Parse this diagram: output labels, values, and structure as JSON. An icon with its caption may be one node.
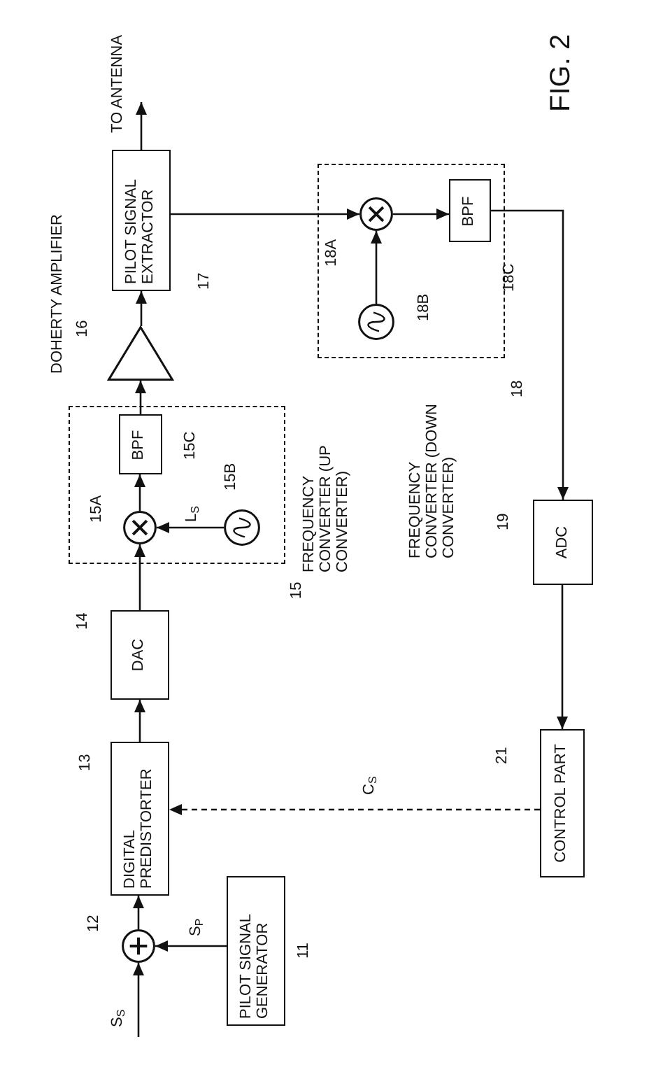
{
  "diagram": {
    "nodes": [
      {
        "text": [
          "PILOT SIGNAL GENERATOR"
        ],
        "beside": [
          "11"
        ]
      },
      {
        "text": [],
        "shape": "adder",
        "beside": [
          "12"
        ]
      },
      {
        "text": [
          "DIGITAL PREDISTORTER"
        ],
        "beside": [
          "13"
        ]
      },
      {
        "text": [
          "DAC"
        ],
        "beside": [
          "14"
        ]
      },
      {
        "text": [
          "FREQUENCY CONVERTER (UP CONVERTER)"
        ],
        "beside": [
          "15"
        ]
      },
      {
        "text": [],
        "shape": "mixer",
        "in": 4,
        "beside": [
          "15A"
        ]
      },
      {
        "text": [
          "BPF"
        ],
        "in": 4,
        "beside": [
          "15C"
        ]
      },
      {
        "text": [],
        "shape": "oscillator",
        "in": 4,
        "beside": [
          "15B"
        ]
      },
      {
        "text": [],
        "shape": "triangle",
        "beside": [
          "16",
          "DOHERTY AMPLIFIER"
        ]
      },
      {
        "text": [
          "PILOT SIGNAL EXTRACTOR"
        ],
        "beside": [
          "17"
        ]
      },
      {
        "text": [
          "FREQUENCY CONVERTER (DOWN CONVERTER)"
        ],
        "beside": [
          "18"
        ]
      },
      {
        "text": [],
        "shape": "mixer",
        "in": 10,
        "beside": [
          "18A"
        ]
      },
      {
        "text": [],
        "shape": "oscillator",
        "in": 10,
        "beside": [
          "18B"
        ]
      },
      {
        "text": [
          "BPF"
        ],
        "in": 10,
        "beside": [
          "18C"
        ]
      },
      {
        "text": [
          "ADC"
        ],
        "beside": [
          "19"
        ]
      },
      {
        "text": [
          "CONTROL PART"
        ],
        "beside": [
          "21"
        ]
      }
    ],
    "edges": [
      {
        "from": null,
        "to": 1,
        "arrow": "to",
        "label": "S$_{S}$"
      },
      {
        "from": 0,
        "to": 1,
        "arrow": "to",
        "label": "S$_{P}$"
      },
      {
        "from": 1,
        "to": 2,
        "arrow": "to"
      },
      {
        "from": 2,
        "to": 3,
        "arrow": "to"
      },
      {
        "from": 3,
        "to": 5,
        "arrow": "to"
      },
      {
        "from": 7,
        "to": 5,
        "arrow": "to",
        "label": "L$_{S}$"
      },
      {
        "from": 5,
        "to": 6,
        "arrow": "to"
      },
      {
        "from": 6,
        "to": 8,
        "arrow": "to"
      },
      {
        "from": 8,
        "to": 9,
        "arrow": "to"
      },
      {
        "from": 9,
        "to": null,
        "arrow": "to",
        "label": "TO ANTENNA"
      },
      {
        "from": 9,
        "to": 11,
        "arrow": "to"
      },
      {
        "from": 12,
        "to": 11,
        "arrow": "to"
      },
      {
        "from": 11,
        "to": 13,
        "arrow": "to"
      },
      {
        "from": 13,
        "to": 14,
        "arrow": "to"
      },
      {
        "from": 14,
        "to": 15,
        "arrow": "to"
      },
      {
        "from": 15,
        "to": 2,
        "arrow": "to",
        "style": "dashed",
        "label": "C$_{S}$"
      }
    ],
    "labels": [
      "FIG. 2"
    ]
  }
}
